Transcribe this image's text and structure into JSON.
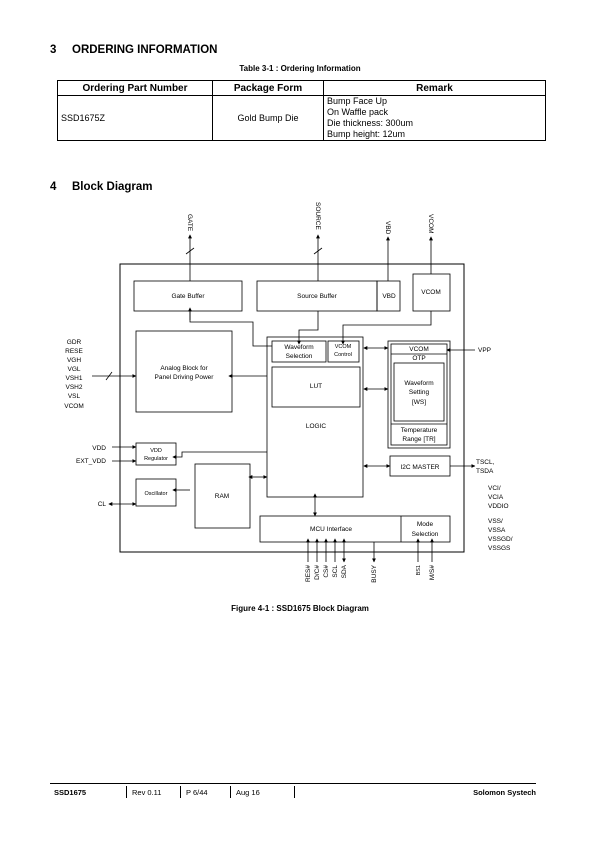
{
  "section3": {
    "number": "3",
    "title": "ORDERING INFORMATION"
  },
  "table": {
    "caption": "Table 3-1 : Ordering Information",
    "headers": [
      "Ordering Part Number",
      "Package Form",
      "Remark"
    ],
    "row": {
      "part": "SSD1675Z",
      "package": "Gold Bump Die",
      "remarks": [
        "Bump Face Up",
        "On Waffle pack",
        "Die thickness: 300um",
        "Bump height: 12um"
      ]
    }
  },
  "section4": {
    "number": "4",
    "title": "Block Diagram"
  },
  "diagram": {
    "top_pins": [
      "GATE",
      "SOURCE",
      "VBD",
      "VCOM"
    ],
    "blocks": {
      "gate_buffer": "Gate Buffer",
      "source_buffer": "Source Buffer",
      "vbd": "VBD",
      "vcom": "VCOM",
      "analog": [
        "Analog Block for",
        "Panel Driving Power"
      ],
      "waveform_selection": [
        "Waveform",
        "Selection"
      ],
      "vcom_control": [
        "VCOM",
        "Control"
      ],
      "lut": "LUT",
      "logic": "LOGIC",
      "otp_vcom": "VCOM",
      "otp": "OTP",
      "waveform_setting": [
        "Waveform",
        "Setting",
        "[WS]"
      ],
      "temp_range": [
        "Temperature",
        "Range [TR]"
      ],
      "vdd_regulator": [
        "VDD",
        "Regulator"
      ],
      "oscillator": "Oscillator",
      "ram": "RAM",
      "i2c_master": "I2C MASTER",
      "mcu_interface": "MCU Interface",
      "mode_selection": [
        "Mode",
        "Selection"
      ]
    },
    "left_pins": [
      "GDR",
      "RESE",
      "VGH",
      "VGL",
      "VSH1",
      "VSH2",
      "VSL",
      "VCOM"
    ],
    "vdd_pins": [
      "VDD",
      "EXT_VDD"
    ],
    "cl_pin": "CL",
    "right_pins": {
      "vpp": "VPP",
      "tscl": "TSCL,",
      "tsda": "TSDA",
      "power": [
        "VCI/",
        "VCIA",
        "VDDIO",
        "VSS/",
        "VSSA",
        "VSSGD/",
        "VSSGS"
      ]
    },
    "bottom_pins": [
      "RES#",
      "D/C#",
      "CS#",
      "SCL",
      "SDA",
      "BUSY",
      "BS1",
      "M/S#"
    ],
    "caption": "Figure 4-1 : SSD1675 Block Diagram"
  },
  "footer": {
    "chip": "SSD1675",
    "rev": "Rev 0.11",
    "page": "P 6/44",
    "date": "Aug  16",
    "company": "Solomon Systech"
  }
}
